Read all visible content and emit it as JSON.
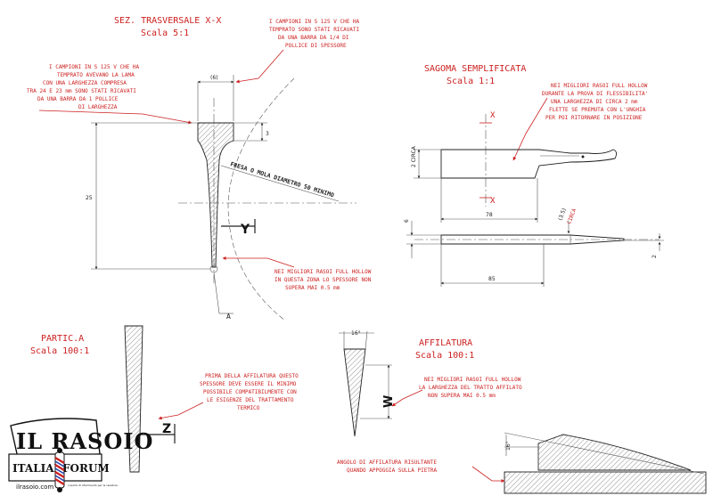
{
  "section_xx": {
    "title": "SEZ. TRASVERSALE X-X",
    "scale": "Scala  5:1",
    "note_top": [
      "I CAMPIONI IN S 125 V CHE HA",
      "TEMPRATO SONO STATI RICAVATI",
      "DA UNA BARRA DA 1/4 DI",
      "POLLICE DI SPESSORE"
    ],
    "note_left": [
      "I CAMPIONI IN S 125 V CHE HA",
      "TEMPRATO AVEVANO LA LAMA",
      "CON UNA LARGHEZZA COMPRESA",
      "TRA 24 E 23 mm SONO STATI RICAVATI",
      "DA UNA BARRA DA 1  POLLICE",
      "DI LARGHEZZA"
    ],
    "note_bottom": [
      "NEI MIGLIORI RASOI FULL HOLLOW",
      "IN QUESTA ZONA LO SPESSORE NON",
      "SUPERA MAI 0.5 mm"
    ],
    "wheel_label": "FRESA O MOLA DIAMETRO 50 MINIMO",
    "dim_width": "(6)",
    "dim_spine": "3",
    "dim_height": "25",
    "label_y": "Y",
    "label_a": "A"
  },
  "sagoma": {
    "title": "SAGOMA SEMPLIFICATA",
    "scale": "Scala   1:1",
    "note": [
      "NEI MIGLIORI RASOI FULL HOLLOW",
      "DURANTE LA PROVA DI FLESSIBILITA'",
      "UNA LARGHEZZA DI CIRCA 2 mm",
      "FLETTE SE PREMUTA CON L'UNGHIA",
      "PER POI RITORNARE IN POSIZIONE"
    ],
    "label_x": "X",
    "dim_circa": "2 CIRCA",
    "dim_78": "78",
    "dim_6": "6",
    "dim_85": "85",
    "dim_2": "2",
    "dim_35": "(3.5)",
    "circa": "CIRCA"
  },
  "partic_a": {
    "title": "PARTIC.A",
    "scale": "Scala  100:1",
    "note": [
      "PRIMA DELLA AFFILATURA QUESTO",
      "SPESSORE DEVE ESSERE IL MINIMO",
      "POSSIBILE COMPATIBILMENTE CON",
      "LE ESIGENZE DEL TRATTAMENTO",
      "TERMICO"
    ],
    "label_z": "Z"
  },
  "affilatura": {
    "title": "AFFILATURA",
    "scale": "Scala  100:1",
    "angle": "16°",
    "label_w": "W",
    "note": [
      "NEI MIGLIORI RASOI FULL HOLLOW",
      "LA LARGHEZZA DEL TRATTO AFFILATO",
      "NON SUPERA MAI 0.5 mm"
    ]
  },
  "angolo": {
    "note": [
      "ANGOLO DI AFFILATURA RISULTANTE",
      "QUANDO APPOGGIA SULLA PIETRA"
    ],
    "angle": "16°"
  },
  "logo": {
    "line1": "IL RASOIO",
    "line2_left": "ITALIAN",
    "line2_right": "FORUM",
    "url": "ilrasoio.com",
    "tagline": "il punto di riferimento per la rasatura"
  }
}
